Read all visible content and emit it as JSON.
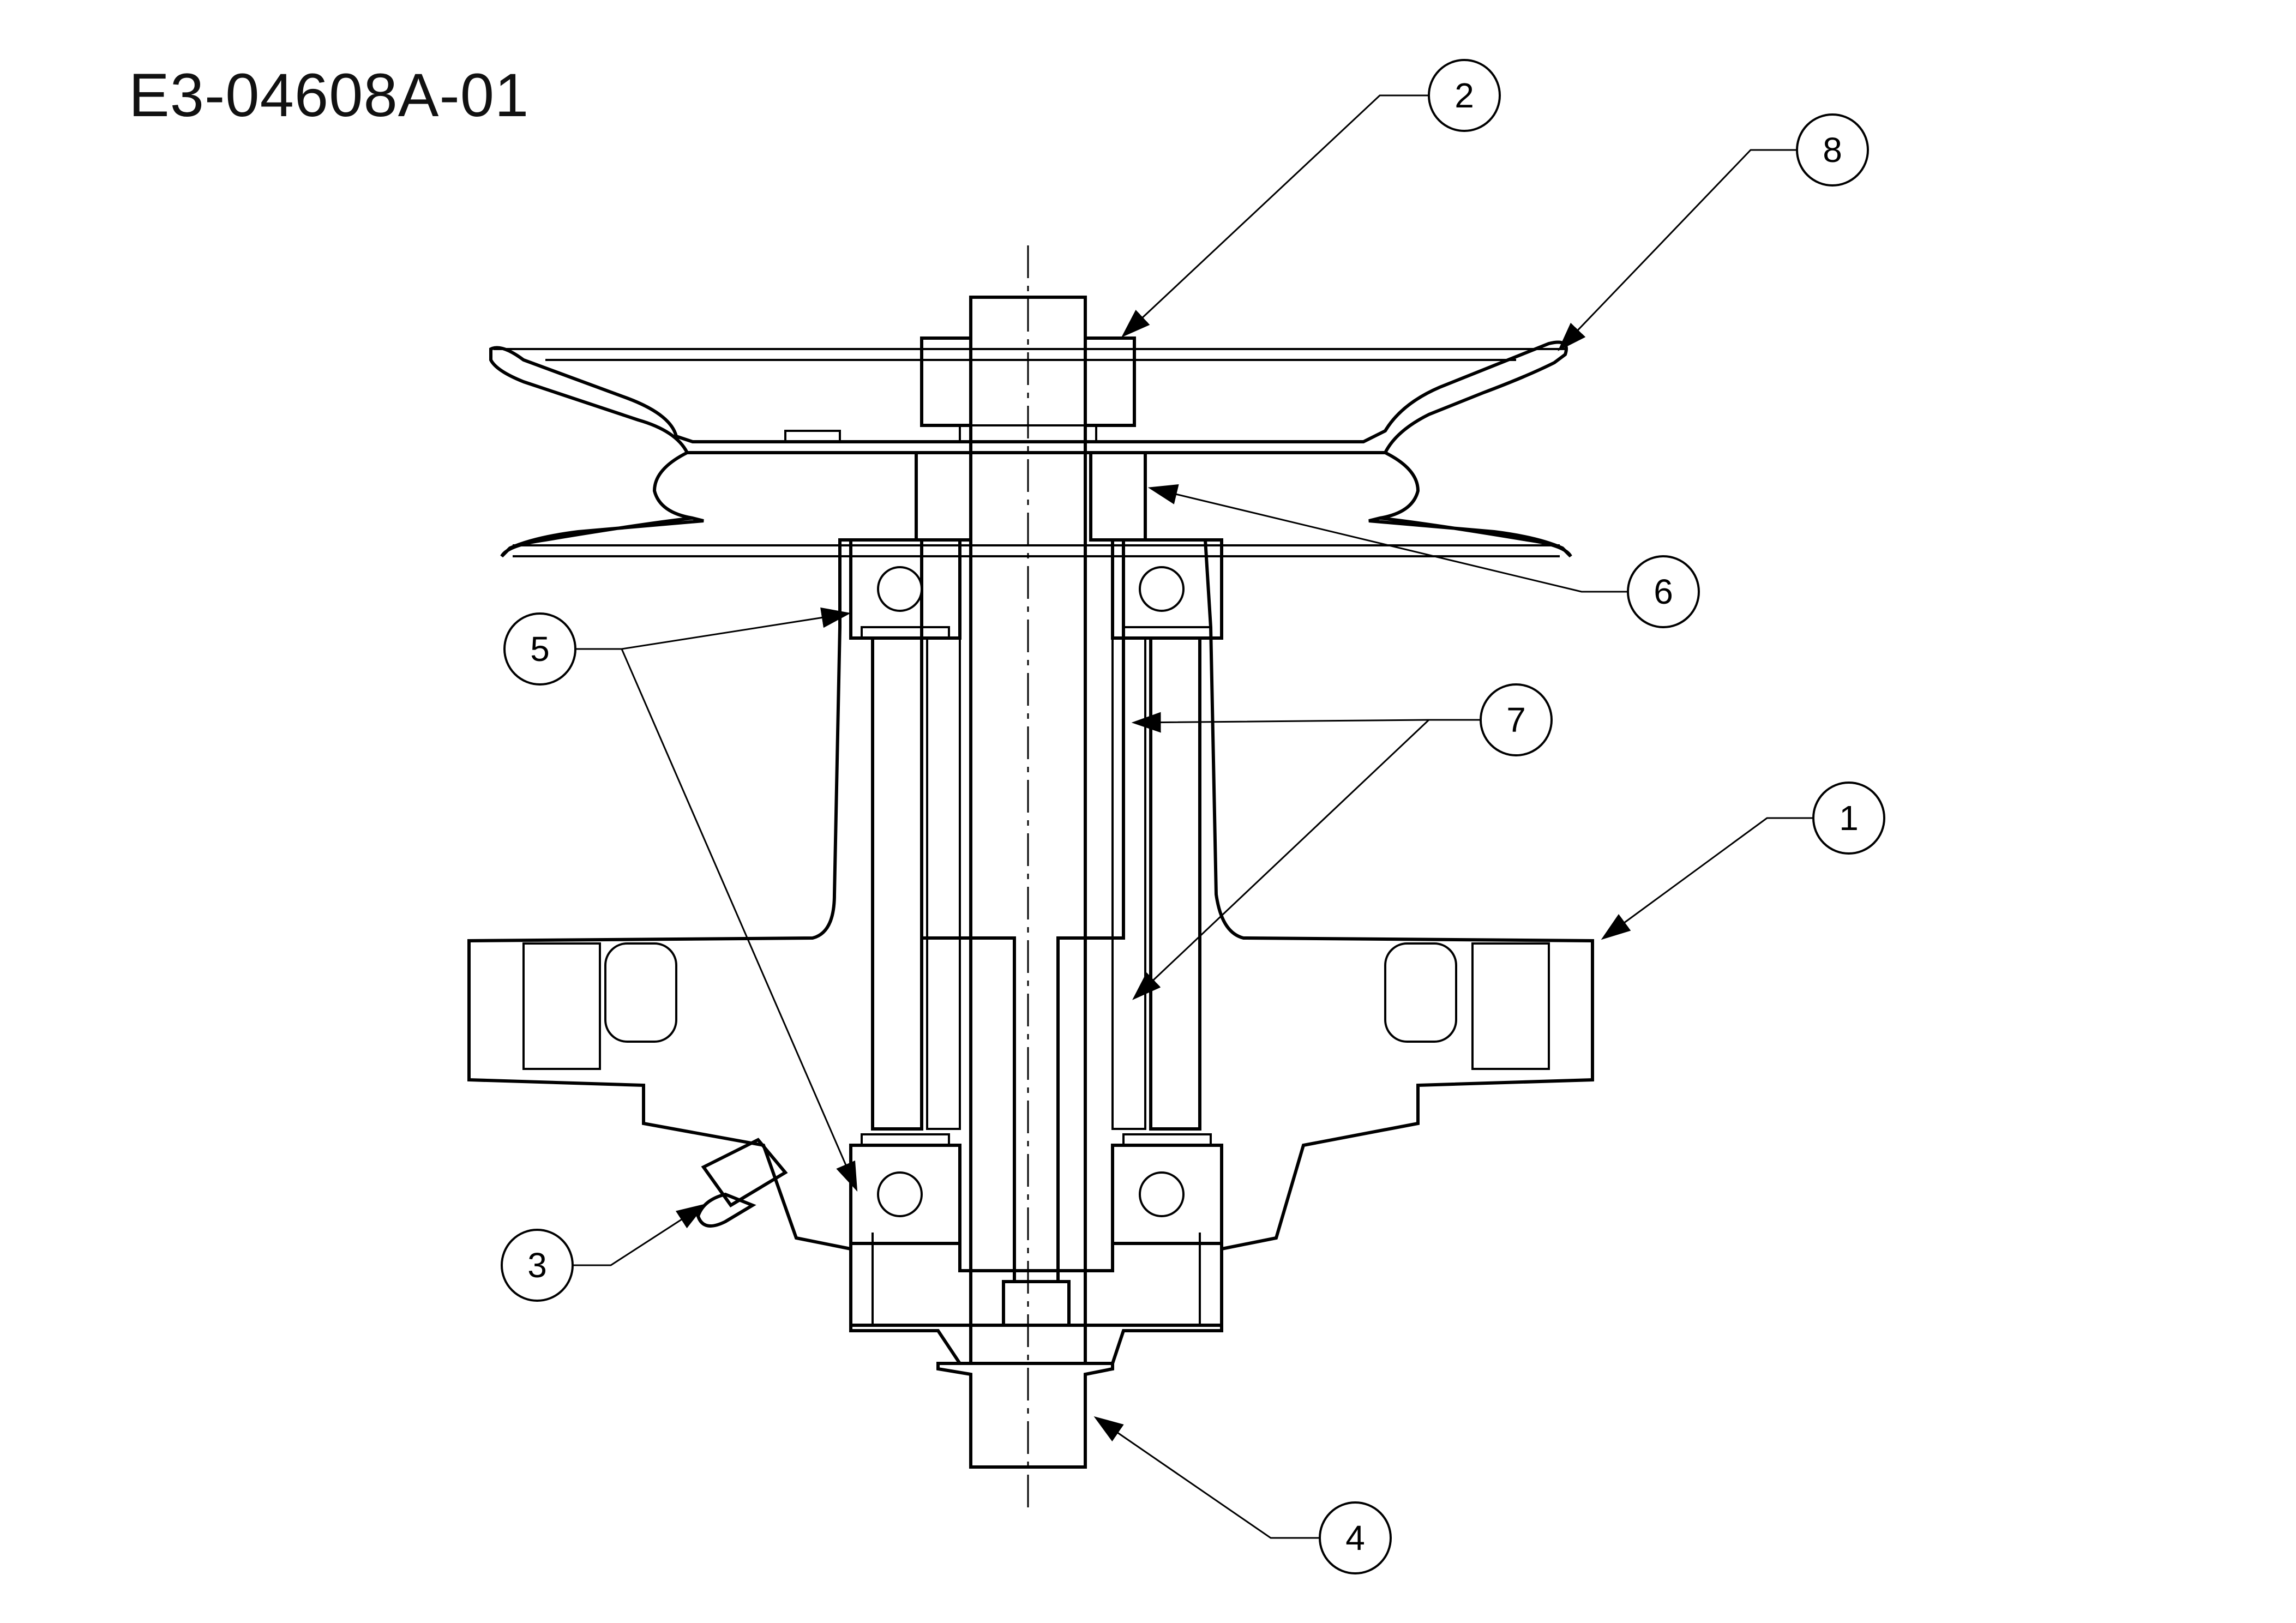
{
  "drawing": {
    "title": "E3-04608A-01"
  },
  "callouts": [
    {
      "id": "1",
      "label": "1"
    },
    {
      "id": "2",
      "label": "2"
    },
    {
      "id": "3",
      "label": "3"
    },
    {
      "id": "4",
      "label": "4"
    },
    {
      "id": "5",
      "label": "5"
    },
    {
      "id": "6",
      "label": "6"
    },
    {
      "id": "7",
      "label": "7"
    },
    {
      "id": "8",
      "label": "8"
    }
  ]
}
